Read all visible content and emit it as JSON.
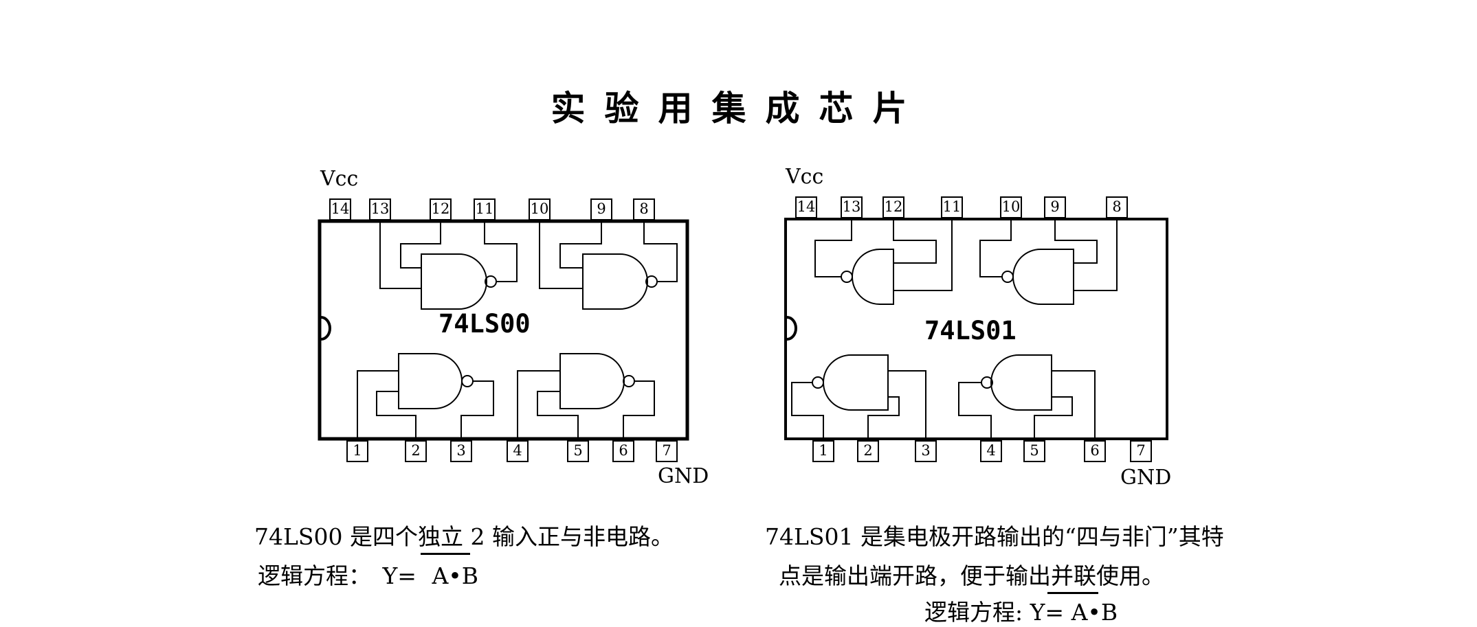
{
  "title": "实验用集成芯片",
  "chips": [
    {
      "name": "74LS00",
      "vcc_label": "Vcc",
      "gnd_label": "GND",
      "top_pins": [
        "14",
        "13",
        "12",
        "11",
        "10",
        "9",
        "8"
      ],
      "bottom_pins": [
        "1",
        "2",
        "3",
        "4",
        "5",
        "6",
        "7"
      ],
      "description": "74LS00 是四个独立 2 输入正与非电路。",
      "equation_label": "逻辑方程：",
      "equation_lhs": "Y=",
      "equation_rhs": "A•B"
    },
    {
      "name": "74LS01",
      "vcc_label": "Vcc",
      "gnd_label": "GND",
      "top_pins": [
        "14",
        "13",
        "12",
        "11",
        "10",
        "9",
        "8"
      ],
      "bottom_pins": [
        "1",
        "2",
        "3",
        "4",
        "5",
        "6",
        "7"
      ],
      "description_line1": "74LS01 是集电极开路输出的“四与非门”其特",
      "description_line2": "点是输出端开路，便于输出并联使用。",
      "equation_label": "逻辑方程:",
      "equation_lhs": "Y=",
      "equation_rhs": "A•B"
    }
  ]
}
